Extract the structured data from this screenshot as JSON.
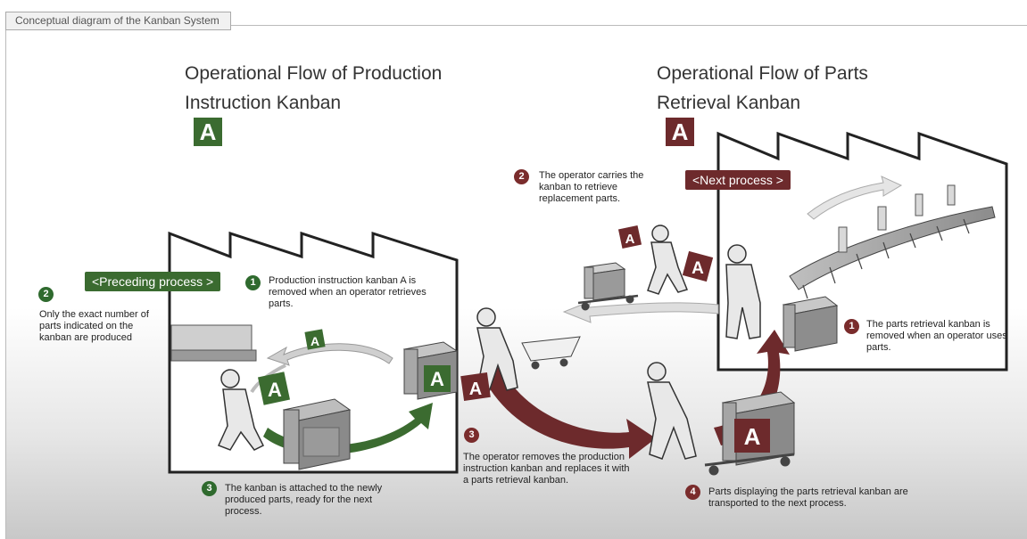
{
  "tab_label": "Conceptual diagram of the Kanban System",
  "left_title": {
    "line1": "Operational Flow of Production",
    "line2": "Instruction Kanban",
    "badge": "A"
  },
  "right_title": {
    "line1": "Operational Flow of Parts",
    "line2": "Retrieval Kanban",
    "badge": "A"
  },
  "tags": {
    "preceding": "<Preceding process >",
    "next": "<Next  process >"
  },
  "steps": {
    "left_1": {
      "num": "1",
      "text": "Production instruction kanban A is removed when an operator retrieves parts."
    },
    "left_2": {
      "num": "2",
      "text": "Only the exact number of parts indicated on the kanban are produced"
    },
    "left_3": {
      "num": "3",
      "text": "The kanban is attached to the newly produced parts, ready for the next process."
    },
    "mid_3": {
      "num": "3",
      "text": "The operator removes the production instruction kanban and replaces it with a parts retrieval kanban."
    },
    "right_1": {
      "num": "1",
      "text": "The parts retrieval kanban is removed when an operator uses parts."
    },
    "right_2": {
      "num": "2",
      "text": "The operator carries the kanban to retrieve replacement parts."
    },
    "right_4": {
      "num": "4",
      "text": "Parts displaying the parts retrieval kanban are transported to the next  process."
    }
  },
  "card_letter": "A",
  "colors": {
    "green": "#3b6b30",
    "maroon": "#6d2a2c",
    "gray_box": "#8a8a8a"
  }
}
